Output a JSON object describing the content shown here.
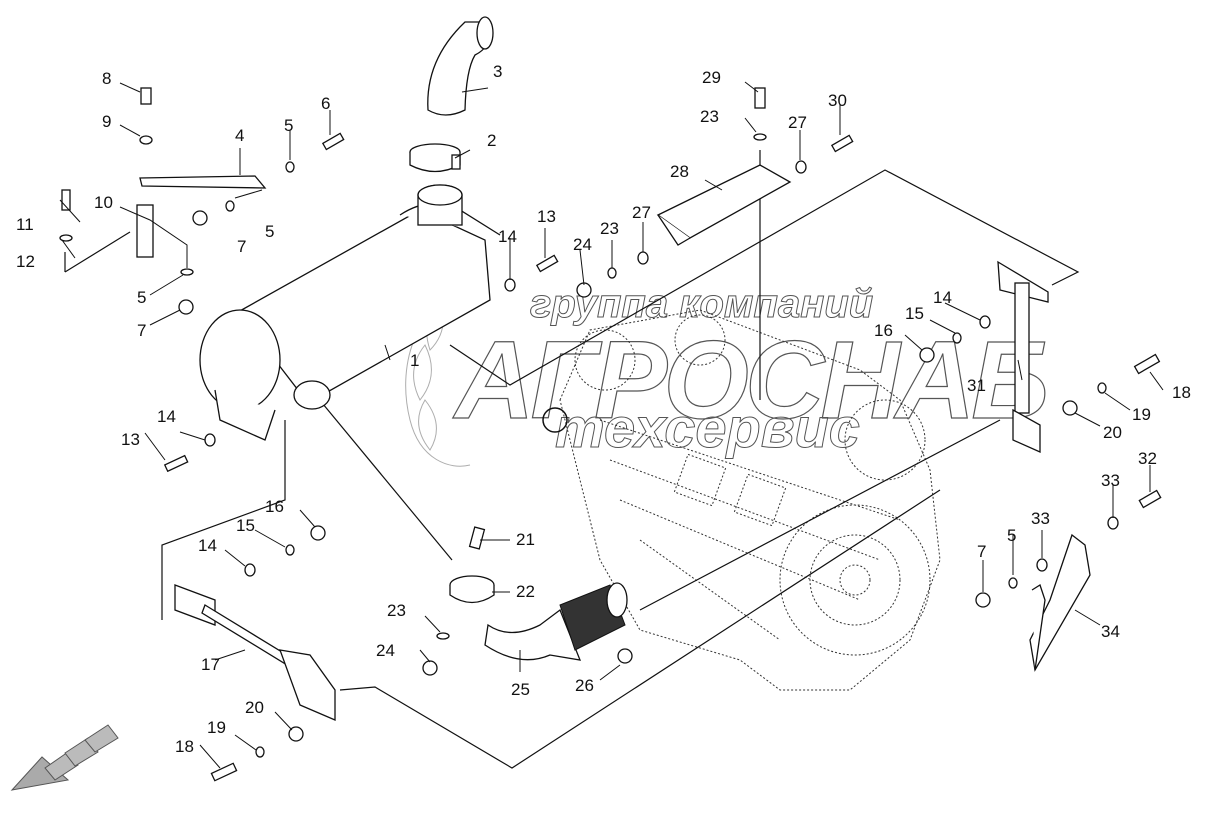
{
  "diagram": {
    "title": "Exhaust system assembly — exploded parts view",
    "watermark": {
      "line1": "группа компаний",
      "line2": "АГРОСНАБ",
      "line3": "техсервис"
    },
    "callouts": [
      {
        "id": "c1",
        "label": "1",
        "part": "muffler"
      },
      {
        "id": "c2",
        "label": "2",
        "part": "clamp"
      },
      {
        "id": "c3",
        "label": "3",
        "part": "exhaust elbow pipe"
      },
      {
        "id": "c4",
        "label": "4",
        "part": "strap bracket"
      },
      {
        "id": "c5a",
        "label": "5",
        "part": "washer"
      },
      {
        "id": "c5b",
        "label": "5",
        "part": "washer"
      },
      {
        "id": "c5c",
        "label": "5",
        "part": "washer"
      },
      {
        "id": "c5d",
        "label": "5",
        "part": "washer"
      },
      {
        "id": "c6",
        "label": "6",
        "part": "bolt"
      },
      {
        "id": "c7a",
        "label": "7",
        "part": "nut"
      },
      {
        "id": "c7b",
        "label": "7",
        "part": "nut"
      },
      {
        "id": "c7c",
        "label": "7",
        "part": "nut"
      },
      {
        "id": "c8",
        "label": "8",
        "part": "bolt"
      },
      {
        "id": "c9",
        "label": "9",
        "part": "washer"
      },
      {
        "id": "c10",
        "label": "10",
        "part": "bracket"
      },
      {
        "id": "c11",
        "label": "11",
        "part": "bolt"
      },
      {
        "id": "c12",
        "label": "12",
        "part": "washer"
      },
      {
        "id": "c13a",
        "label": "13",
        "part": "bolt"
      },
      {
        "id": "c13b",
        "label": "13",
        "part": "bolt"
      },
      {
        "id": "c14a",
        "label": "14",
        "part": "washer"
      },
      {
        "id": "c14b",
        "label": "14",
        "part": "washer"
      },
      {
        "id": "c14c",
        "label": "14",
        "part": "washer"
      },
      {
        "id": "c14d",
        "label": "14",
        "part": "washer"
      },
      {
        "id": "c15a",
        "label": "15",
        "part": "lock washer"
      },
      {
        "id": "c15b",
        "label": "15",
        "part": "lock washer"
      },
      {
        "id": "c16a",
        "label": "16",
        "part": "nut"
      },
      {
        "id": "c16b",
        "label": "16",
        "part": "nut"
      },
      {
        "id": "c17",
        "label": "17",
        "part": "support bracket"
      },
      {
        "id": "c18a",
        "label": "18",
        "part": "cap screw"
      },
      {
        "id": "c18b",
        "label": "18",
        "part": "cap screw"
      },
      {
        "id": "c19a",
        "label": "19",
        "part": "washer"
      },
      {
        "id": "c19b",
        "label": "19",
        "part": "washer"
      },
      {
        "id": "c20a",
        "label": "20",
        "part": "spacer"
      },
      {
        "id": "c20b",
        "label": "20",
        "part": "spacer"
      },
      {
        "id": "c21",
        "label": "21",
        "part": "bolt"
      },
      {
        "id": "c22",
        "label": "22",
        "part": "clamp"
      },
      {
        "id": "c23a",
        "label": "23",
        "part": "washer"
      },
      {
        "id": "c23b",
        "label": "23",
        "part": "washer"
      },
      {
        "id": "c23c",
        "label": "23",
        "part": "washer"
      },
      {
        "id": "c24a",
        "label": "24",
        "part": "nut"
      },
      {
        "id": "c24b",
        "label": "24",
        "part": "nut"
      },
      {
        "id": "c25",
        "label": "25",
        "part": "flex exhaust pipe"
      },
      {
        "id": "c26",
        "label": "26",
        "part": "nut"
      },
      {
        "id": "c27a",
        "label": "27",
        "part": "washer"
      },
      {
        "id": "c27b",
        "label": "27",
        "part": "washer"
      },
      {
        "id": "c28",
        "label": "28",
        "part": "heat shield"
      },
      {
        "id": "c29",
        "label": "29",
        "part": "bolt"
      },
      {
        "id": "c30",
        "label": "30",
        "part": "bolt"
      },
      {
        "id": "c31",
        "label": "31",
        "part": "support post"
      },
      {
        "id": "c32",
        "label": "32",
        "part": "bolt"
      },
      {
        "id": "c33a",
        "label": "33",
        "part": "washer"
      },
      {
        "id": "c33b",
        "label": "33",
        "part": "washer"
      },
      {
        "id": "c34",
        "label": "34",
        "part": "gusset bracket"
      }
    ],
    "direction_arrow": "front-direction-arrow"
  }
}
